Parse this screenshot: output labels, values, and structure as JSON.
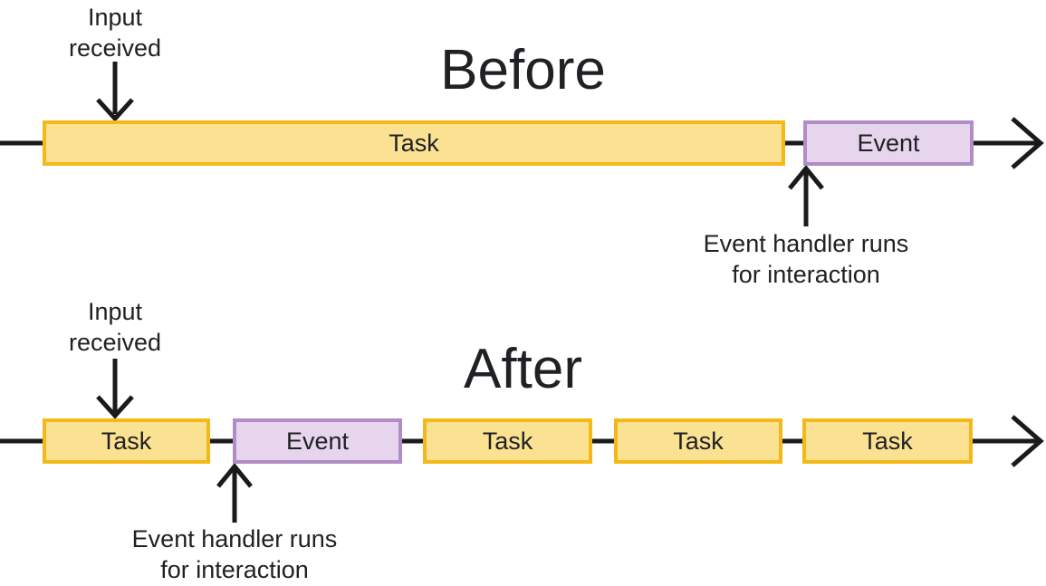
{
  "colors": {
    "task_fill": "#FBE192",
    "task_border": "#F4B818",
    "event_fill": "#E6D5EC",
    "event_border": "#B18CC5",
    "line": "#1A1A1A",
    "text": "#202124"
  },
  "before": {
    "title": "Before",
    "input_label": "Input received",
    "handler_label": "Event handler runs for interaction",
    "segments": [
      {
        "type": "task",
        "label": "Task"
      },
      {
        "type": "event",
        "label": "Event"
      }
    ]
  },
  "after": {
    "title": "After",
    "input_label": "Input received",
    "handler_label": "Event handler runs for interaction",
    "segments": [
      {
        "type": "task",
        "label": "Task"
      },
      {
        "type": "event",
        "label": "Event"
      },
      {
        "type": "task",
        "label": "Task"
      },
      {
        "type": "task",
        "label": "Task"
      },
      {
        "type": "task",
        "label": "Task"
      }
    ]
  }
}
